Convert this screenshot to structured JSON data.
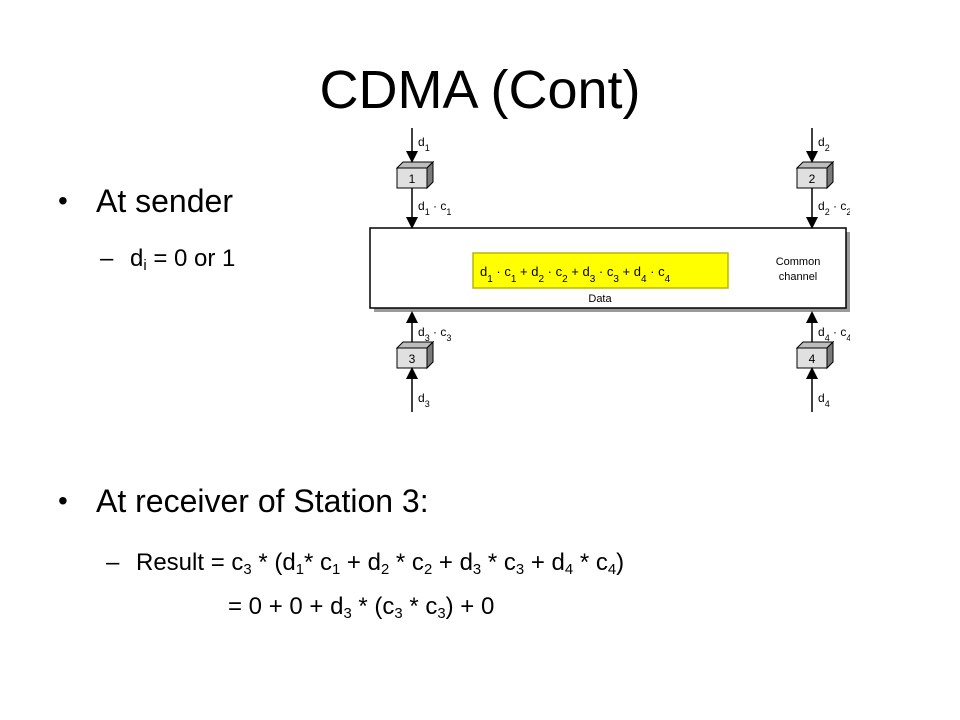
{
  "title": "CDMA (Cont)",
  "sender": {
    "heading": "At sender",
    "di": "d",
    "di_sub": "i",
    "di_rest": " = 0 or 1"
  },
  "receiver": {
    "heading": "At receiver of Station 3:",
    "line1": [
      {
        "t": "Result  = c"
      },
      {
        "s": "3"
      },
      {
        "t": " * (d"
      },
      {
        "s": "1"
      },
      {
        "t": "* c"
      },
      {
        "s": "1"
      },
      {
        "t": " + d"
      },
      {
        "s": "2"
      },
      {
        "t": " * c"
      },
      {
        "s": "2"
      },
      {
        "t": " + d"
      },
      {
        "s": "3"
      },
      {
        "t": " * c"
      },
      {
        "s": "3"
      },
      {
        "t": " + d"
      },
      {
        "s": "4"
      },
      {
        "t": " * c"
      },
      {
        "s": "4"
      },
      {
        "t": ")"
      }
    ],
    "line2": [
      {
        "t": "= 0 + 0 + d"
      },
      {
        "s": "3"
      },
      {
        "t": " * (c"
      },
      {
        "s": "3"
      },
      {
        "t": " * c"
      },
      {
        "s": "3"
      },
      {
        "t": ") + 0"
      }
    ]
  },
  "diagram": {
    "stations": [
      {
        "number": "1",
        "data": "d",
        "data_sub": "1",
        "product": "d",
        "product_sub": "1",
        "code": "c",
        "code_sub": "1"
      },
      {
        "number": "2",
        "data": "d",
        "data_sub": "2",
        "product": "d",
        "product_sub": "2",
        "code": "c",
        "code_sub": "2"
      },
      {
        "number": "3",
        "data": "d",
        "data_sub": "3",
        "product": "d",
        "product_sub": "3",
        "code": "c",
        "code_sub": "3"
      },
      {
        "number": "4",
        "data": "d",
        "data_sub": "4",
        "product": "d",
        "product_sub": "4",
        "code": "c",
        "code_sub": "4"
      }
    ],
    "data_label": "Data",
    "common_channel_line1": "Common",
    "common_channel_line2": "channel",
    "highlight_color": "#ffff00",
    "highlight_border": "#b8b800"
  }
}
